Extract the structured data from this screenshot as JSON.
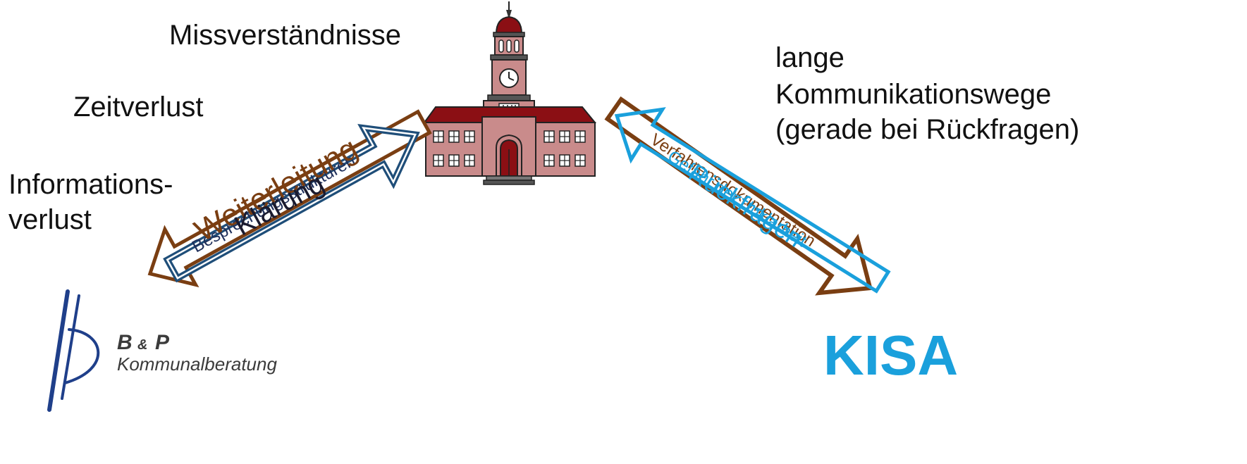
{
  "problems": {
    "missverstaendnisse": "Missverständnisse",
    "zeitverlust": "Zeitverlust",
    "informationsverlust_line1": "Informations-",
    "informationsverlust_line2": "verlust",
    "kommunikation_line1": "lange",
    "kommunikation_line2": "Kommunikationswege",
    "kommunikation_line3": "(gerade bei Rückfragen)"
  },
  "left_arrows": {
    "outer_label": "Weiterleitung",
    "inner_label_big": "Klärung",
    "inner_label_small": "Besprechungsstrukturen"
  },
  "right_arrows": {
    "outer_label": "Verfahrensdokumentation",
    "inner_label_big": "Rückfragen",
    "inner_label_small": "Gefahr der Unklarheit"
  },
  "logos": {
    "bp_name": "B",
    "bp_amp": "&",
    "bp_name2": "P",
    "bp_subtitle": "Kommunalberatung",
    "kisa": "KISA"
  },
  "colors": {
    "brown": "#7a3e12",
    "dark_blue": "#1f4e79",
    "light_blue": "#1aa0dc",
    "building_wall": "#c98b8b",
    "roof": "#8b0f14"
  }
}
